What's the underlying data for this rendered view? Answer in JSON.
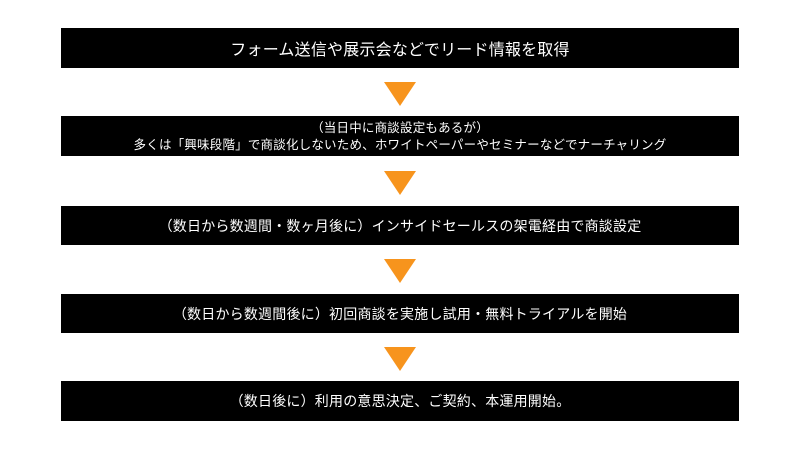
{
  "accent_color": "#f7941d",
  "box_color": "#000000",
  "text_color": "#ffffff",
  "steps": [
    {
      "lines": [
        "フォーム送信や展示会などでリード情報を取得"
      ]
    },
    {
      "lines": [
        "（当日中に商談設定もあるが）",
        "多くは「興味段階」で商談化しないため、ホワイトペーパーやセミナーなどでナーチャリング"
      ]
    },
    {
      "lines": [
        "（数日から数週間・数ヶ月後に）インサイドセールスの架電経由で商談設定"
      ]
    },
    {
      "lines": [
        "（数日から数週間後に）初回商談を実施し試用・無料トライアルを開始"
      ]
    },
    {
      "lines": [
        "（数日後に）利用の意思決定、ご契約、本運用開始。"
      ]
    }
  ],
  "arrows": [
    {
      "icon": "down-arrow-icon"
    },
    {
      "icon": "down-arrow-icon"
    },
    {
      "icon": "down-arrow-icon"
    },
    {
      "icon": "down-arrow-icon"
    }
  ]
}
